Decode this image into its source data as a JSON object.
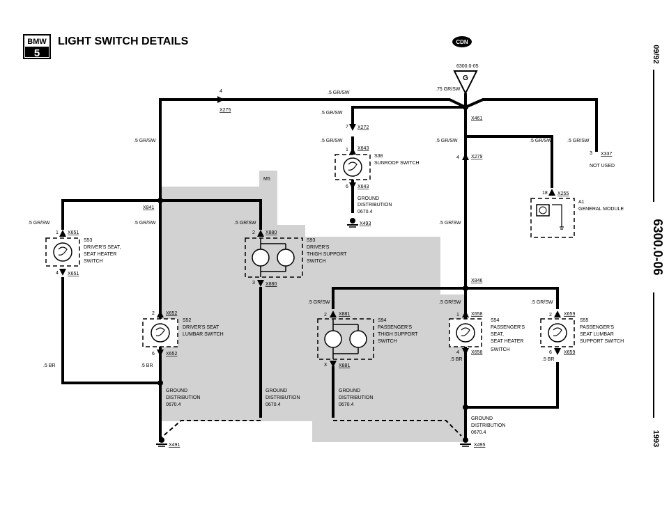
{
  "header": {
    "logo_top": "BMW",
    "logo_bottom": "5",
    "title": "LIGHT SWITCH DETAILS",
    "badge": "CDN",
    "side_top": "09/92",
    "side_mid": "6300.0-06",
    "side_bottom": "1993"
  },
  "fuse": {
    "ref": "6300.0-05",
    "letter": "G"
  },
  "wires": {
    "w75": ".75 GR/SW",
    "w5": ".5 GR/SW",
    "br": ".5 BR",
    "pin4": "4"
  },
  "connectors": {
    "x275": "X275",
    "x272": "X272",
    "x461": "X461",
    "x643": "X643",
    "x279": "X279",
    "x337": "X337",
    "x255": "X255",
    "x841": "X841",
    "x651": "X651",
    "x880": "X880",
    "x846": "X846",
    "x652": "X652",
    "x881": "X881",
    "x658": "X658",
    "x659": "X659",
    "x491": "X491",
    "x493": "X493",
    "x495": "X495"
  },
  "pins": {
    "p1": "1",
    "p2": "2",
    "p3": "3",
    "p4": "4",
    "p6": "6",
    "p7": "7",
    "p18": "18"
  },
  "labels": {
    "m5": "M5",
    "not_used": "NOT USED",
    "s38": [
      "S38",
      "SUNROOF SWITCH"
    ],
    "a1": [
      "A1",
      "GENERAL MODULE"
    ],
    "s53": [
      "S53",
      "DRIVER'S SEAT,",
      "SEAT HEATER",
      "SWITCH"
    ],
    "s93": [
      "S93",
      "DRIVER'S",
      "THIGH SUPPORT",
      "SWITCH"
    ],
    "s52": [
      "S52",
      "DRIVER'S SEAT",
      "LUMBAR SWITCH"
    ],
    "s94": [
      "S94",
      "PASSENGER'S",
      "THIGH SUPPORT",
      "SWITCH"
    ],
    "s54": [
      "S54",
      "PASSENGER'S",
      "SEAT,",
      "SEAT HEATER",
      "SWITCH"
    ],
    "s55": [
      "S55",
      "PASSENGER'S",
      "SEAT LUMBAR",
      "SUPPORT SWITCH"
    ],
    "ground": [
      "GROUND",
      "DISTRIBUTION",
      "0670.4"
    ]
  },
  "colors": {
    "ink": "#000000",
    "shade": "#d2d2d2"
  }
}
